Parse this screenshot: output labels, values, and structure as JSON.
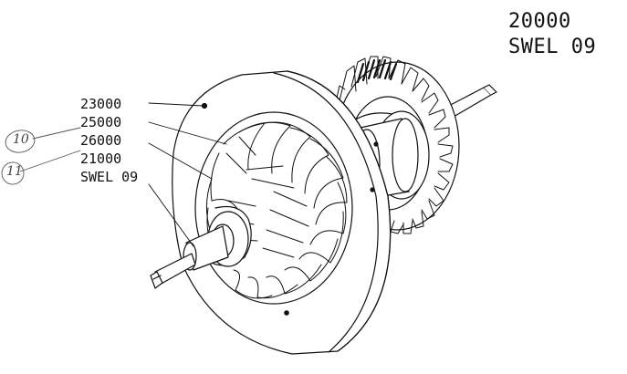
{
  "title_block": {
    "part_number": "20000",
    "assembly_name": "SWEL 09"
  },
  "callouts": [
    {
      "id": "c1",
      "label": "23000"
    },
    {
      "id": "c2",
      "label": "25000"
    },
    {
      "id": "c3",
      "label": "26000"
    },
    {
      "id": "c4",
      "label": "21000"
    },
    {
      "id": "c5",
      "label": "SWEL 09"
    }
  ],
  "handwritten_marks": [
    {
      "id": "h1",
      "label": "10"
    },
    {
      "id": "h2",
      "label": "11"
    }
  ],
  "colors": {
    "ink": "#111111",
    "paper": "#ffffff",
    "pencil": "#555555"
  }
}
